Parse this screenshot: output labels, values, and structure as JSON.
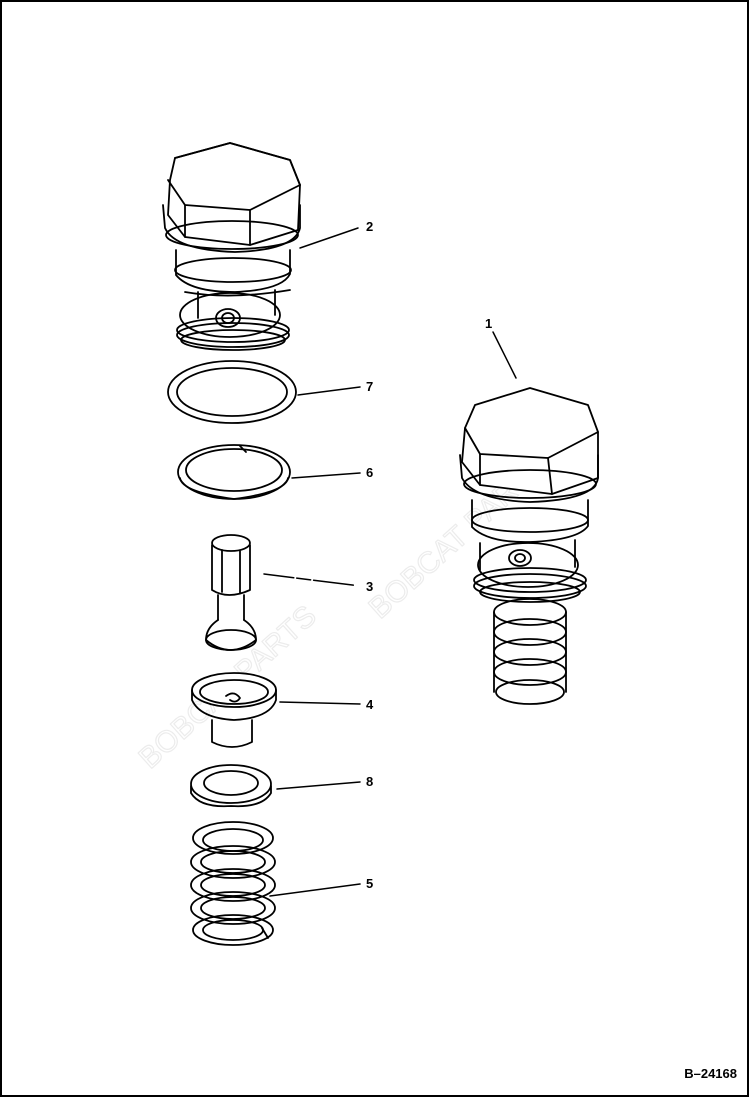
{
  "callouts": {
    "c1": "1",
    "c2": "2",
    "c3": "3",
    "c4": "4",
    "c5": "5",
    "c6": "6",
    "c7": "7",
    "c8": "8"
  },
  "figure_id": "B–24168"
}
